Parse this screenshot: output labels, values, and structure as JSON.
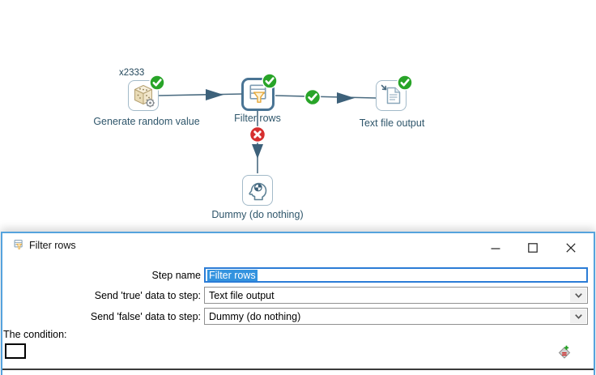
{
  "canvas": {
    "steps": [
      {
        "id": "generate-random-value",
        "label": "Generate random value",
        "copies": "x2333"
      },
      {
        "id": "filter-rows",
        "label": "Filter rows"
      },
      {
        "id": "text-file-output",
        "label": "Text file output"
      },
      {
        "id": "dummy",
        "label": "Dummy (do nothing)"
      }
    ]
  },
  "dialog": {
    "title": "Filter rows",
    "step_name_label": "Step name",
    "step_name_value": "Filter rows",
    "true_label": "Send 'true' data to step:",
    "true_value": "Text file output",
    "false_label": "Send 'false' data to step:",
    "false_value": "Dummy (do nothing)",
    "condition_label": "The condition:"
  },
  "icons": {
    "step_status": "check-circle",
    "hop_true": "check-circle",
    "hop_false": "x-circle",
    "add_condition": "diamond-plus-equals",
    "combo_chevron": "chevron-down",
    "window": [
      "minimize",
      "maximize",
      "close"
    ]
  },
  "colors": {
    "success_green": "#28a428",
    "error_red": "#d62f2f",
    "hop_line": "#4a6b80",
    "arrow": "#3d617a",
    "selection_blue": "#3393df",
    "dialog_border": "#55a3dd",
    "step_label": "#2f566b",
    "funnel_orange": "#e7a93c"
  }
}
